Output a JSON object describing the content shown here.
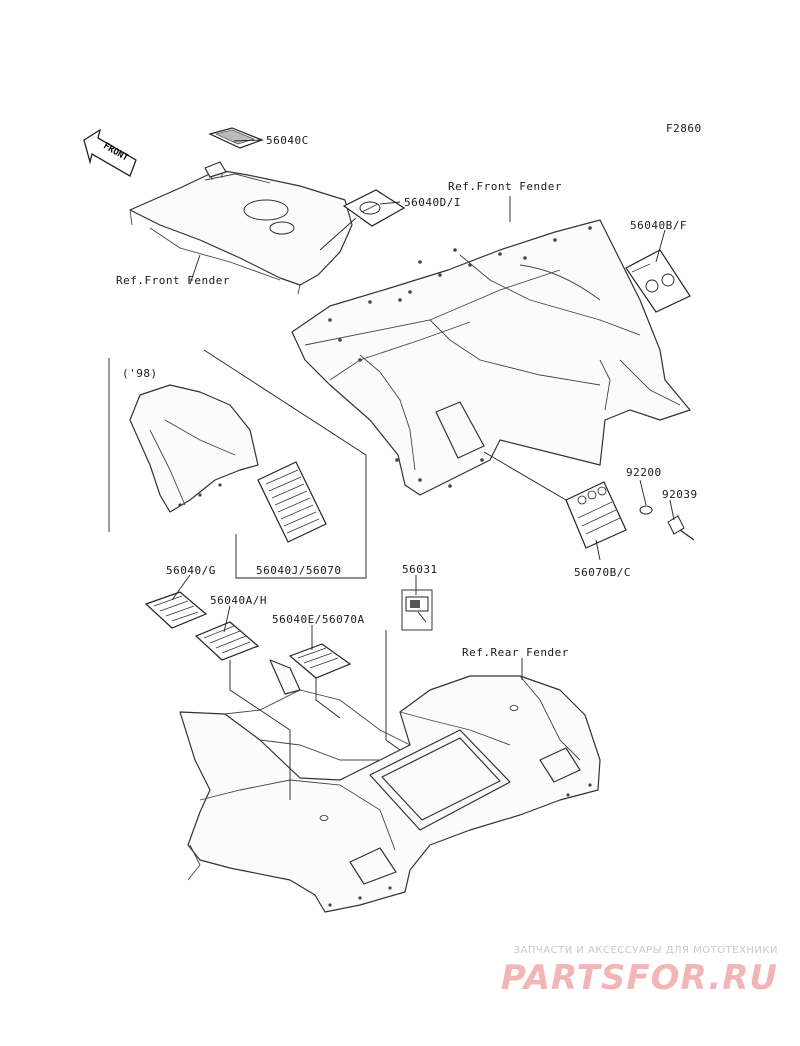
{
  "figure_code": "F2860",
  "front_arrow_label": "FRONT",
  "labels": {
    "p56040C": "56040C",
    "p56040DI": "56040D/I",
    "ref_front_fender_top": "Ref.Front Fender",
    "ref_front_fender_left": "Ref.Front Fender",
    "p56040BF": "56040B/F",
    "year98": "('98)",
    "p92200": "92200",
    "p92039": "92039",
    "p56040J": "56040J/56070",
    "p56070BC": "56070B/C",
    "p56040G": "56040/G",
    "p56031": "56031",
    "p56040AH": "56040A/H",
    "p56040E": "56040E/56070A",
    "ref_rear_fender": "Ref.Rear Fender"
  },
  "watermark": {
    "tagline": "ЗАПЧАСТИ И АКСЕССУАРЫ ДЛЯ МОТОТЕХНИКИ",
    "logo": "PARTSFOR.RU",
    "color": "#f2b6b6"
  }
}
